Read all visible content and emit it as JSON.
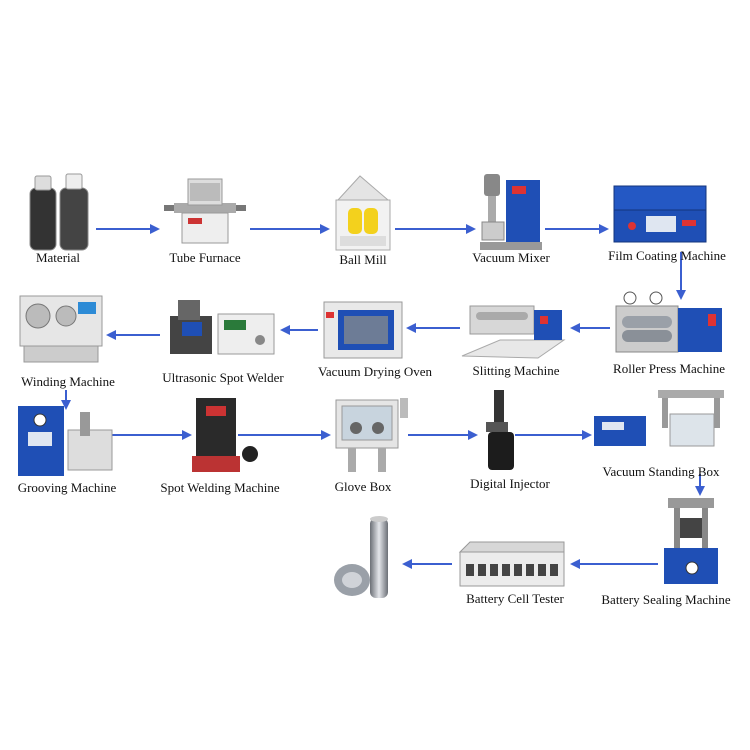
{
  "colors": {
    "arrow": "#3b5fd0",
    "machine_blue": "#1f4fb5",
    "steel": "#c9ccd2",
    "dark": "#2a2a2a"
  },
  "steps": [
    {
      "id": "material",
      "label": "Material",
      "icon": "bottles-icon"
    },
    {
      "id": "tube-furnace",
      "label": "Tube Furnace",
      "icon": "furnace-icon"
    },
    {
      "id": "ball-mill",
      "label": "Ball Mill",
      "icon": "mill-icon"
    },
    {
      "id": "vacuum-mixer",
      "label": "Vacuum Mixer",
      "icon": "mixer-icon"
    },
    {
      "id": "film-coating",
      "label": "Film Coating Machine",
      "icon": "coater-icon"
    },
    {
      "id": "roller-press",
      "label": "Roller Press Machine",
      "icon": "press-icon"
    },
    {
      "id": "slitting",
      "label": "Slitting Machine",
      "icon": "slitter-icon"
    },
    {
      "id": "vacuum-drying",
      "label": "Vacuum Drying Oven",
      "icon": "oven-icon"
    },
    {
      "id": "ultrasonic-welder",
      "label": "Ultrasonic Spot Welder",
      "icon": "ultrasonic-icon"
    },
    {
      "id": "winding",
      "label": "Winding Machine",
      "icon": "winder-icon"
    },
    {
      "id": "grooving",
      "label": "Grooving Machine",
      "icon": "grooving-icon"
    },
    {
      "id": "spot-welding",
      "label": "Spot Welding Machine",
      "icon": "welder-icon"
    },
    {
      "id": "glove-box",
      "label": "Glove Box",
      "icon": "glovebox-icon"
    },
    {
      "id": "digital-injector",
      "label": "Digital Injector",
      "icon": "injector-icon"
    },
    {
      "id": "vacuum-standing",
      "label": "Vacuum Standing Box",
      "icon": "standing-box-icon"
    },
    {
      "id": "battery-sealing",
      "label": "Battery Sealing Machine",
      "icon": "sealer-icon"
    },
    {
      "id": "battery-tester",
      "label": "Battery Cell Tester",
      "icon": "tester-icon"
    },
    {
      "id": "battery-cell",
      "label": "",
      "icon": "battery-cell-icon"
    }
  ]
}
